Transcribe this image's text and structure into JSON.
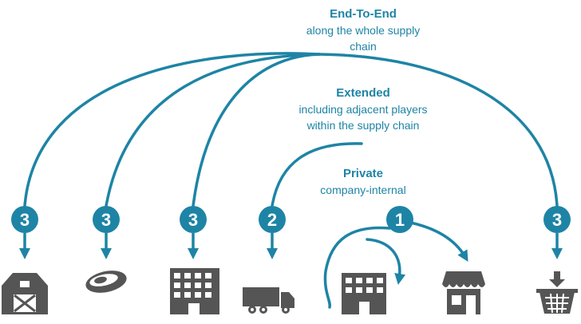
{
  "colors": {
    "accent": "#1e84a5",
    "icon": "#555555",
    "background": "#ffffff"
  },
  "levels": {
    "end_to_end": {
      "title": "End-To-End",
      "subtitle_1": "along the whole supply",
      "subtitle_2": "chain",
      "badge": "3"
    },
    "extended": {
      "title": "Extended",
      "subtitle_1": "including adjacent players",
      "subtitle_2": "within the supply chain",
      "badge": "2"
    },
    "private": {
      "title": "Private",
      "subtitle_1": "company-internal",
      "badge": "1"
    }
  },
  "nodes": [
    {
      "icon": "barn-icon",
      "badge": "3"
    },
    {
      "icon": "meat-icon",
      "badge": "3"
    },
    {
      "icon": "factory-icon",
      "badge": "3"
    },
    {
      "icon": "truck-icon",
      "badge": "2"
    },
    {
      "icon": "office-building-icon",
      "badge": "1"
    },
    {
      "icon": "store-icon",
      "badge": ""
    },
    {
      "icon": "shopping-basket-icon",
      "badge": "3"
    }
  ]
}
